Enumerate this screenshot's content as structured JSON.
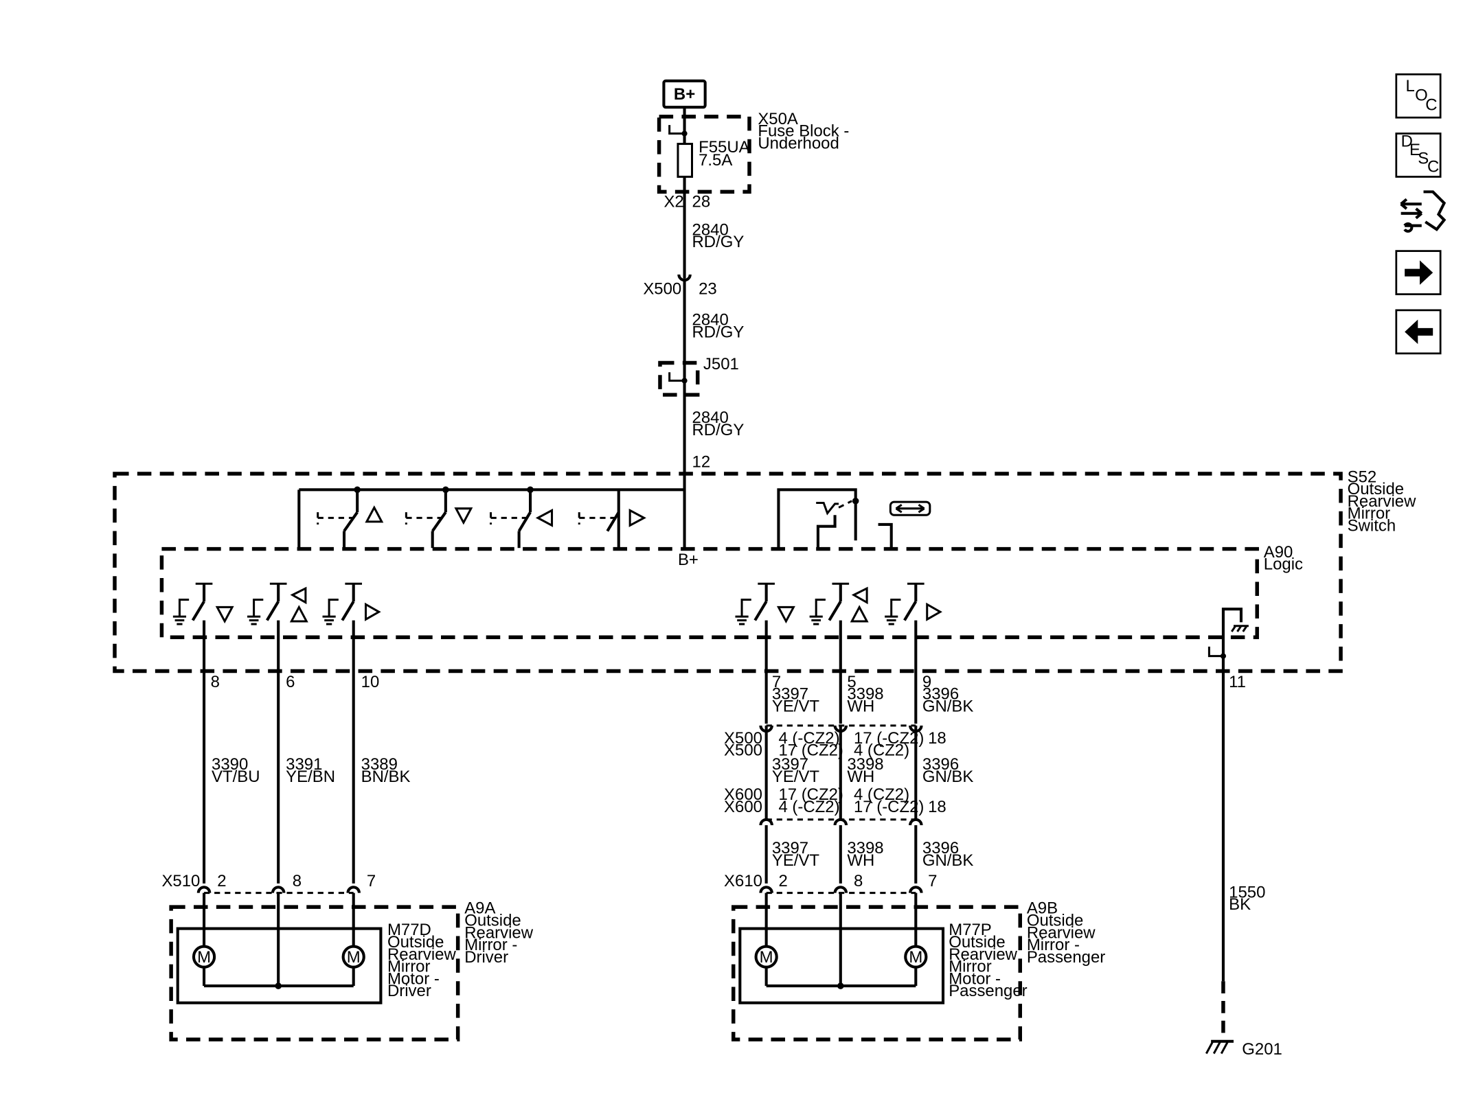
{
  "labels": {
    "bplus": "B+",
    "x50a_id": "X50A",
    "x50a_name1": "Fuse Block -",
    "x50a_name2": "Underhood",
    "fuse_id": "F55UA",
    "fuse_rating": "7.5A",
    "x2": "X2",
    "x2_pin": "28",
    "wire_2840_1_num": "2840",
    "wire_2840_1_color": "RD/GY",
    "x500_top": "X500",
    "x500_top_pin": "23",
    "wire_2840_2_num": "2840",
    "wire_2840_2_color": "RD/GY",
    "j501": "J501",
    "wire_2840_3_num": "2840",
    "wire_2840_3_color": "RD/GY",
    "pin_12": "12",
    "s52_1": "S52",
    "s52_2": "Outside",
    "s52_3": "Rearview",
    "s52_4": "Mirror",
    "s52_5": "Switch",
    "a90_bplus": "B+",
    "a90_1": "A90",
    "a90_2": "Logic",
    "pin_8": "8",
    "pin_6": "6",
    "pin_10": "10",
    "pin_7": "7",
    "pin_5": "5",
    "pin_9": "9",
    "pin_11": "11",
    "w3397a_num": "3397",
    "w3397a_color": "YE/VT",
    "w3398a_num": "3398",
    "w3398a_color": "WH",
    "w3396a_num": "3396",
    "w3396a_color": "GN/BK",
    "x500_a": "X500",
    "x500_b": "X500",
    "c_4cz2_a": "4 (-CZ2)",
    "c_17cz2_a": "17 (CZ2)",
    "c_17ncz2_a": "17 (-CZ2)",
    "c_4cz2pos_a": "4 (CZ2)",
    "pin_18_a": "18",
    "w3397b_num": "3397",
    "w3397b_color": "YE/VT",
    "w3398b_num": "3398",
    "w3398b_color": "WH",
    "w3396b_num": "3396",
    "w3396b_color": "GN/BK",
    "x600_a": "X600",
    "x600_b": "X600",
    "c_17cz2_b": "17 (CZ2)",
    "c_4ncz2_b": "4 (-CZ2)",
    "c_4cz2_b": "4 (CZ2)",
    "c_17ncz2_b": "17 (-CZ2)",
    "pin_18_b": "18",
    "w3390_num": "3390",
    "w3390_color": "VT/BU",
    "w3391_num": "3391",
    "w3391_color": "YE/BN",
    "w3389_num": "3389",
    "w3389_color": "BN/BK",
    "w3397c_num": "3397",
    "w3397c_color": "YE/VT",
    "w3398c_num": "3398",
    "w3398c_color": "WH",
    "w3396c_num": "3396",
    "w3396c_color": "GN/BK",
    "x510": "X510",
    "x510_p2": "2",
    "x510_p8": "8",
    "x510_p7": "7",
    "x610": "X610",
    "x610_p2": "2",
    "x610_p8": "8",
    "x610_p7": "7",
    "w1550_num": "1550",
    "w1550_color": "BK",
    "motor_m": "M",
    "m77d_1": "M77D",
    "m77d_2": "Outside",
    "m77d_3": "Rearview",
    "m77d_4": "Mirror",
    "m77d_5": "Motor -",
    "m77d_6": "Driver",
    "a9a_1": "A9A",
    "a9a_2": "Outside",
    "a9a_3": "Rearview",
    "a9a_4": "Mirror -",
    "a9a_5": "Driver",
    "m77p_1": "M77P",
    "m77p_2": "Outside",
    "m77p_3": "Rearview",
    "m77p_4": "Mirror",
    "m77p_5": "Motor -",
    "m77p_6": "Passenger",
    "a9b_1": "A9B",
    "a9b_2": "Outside",
    "a9b_3": "Rearview",
    "a9b_4": "Mirror -",
    "a9b_5": "Passenger",
    "g201": "G201"
  },
  "nav": {
    "loc_l": "L",
    "loc_o": "O",
    "loc_c": "C",
    "desc_d": "D",
    "desc_e": "E",
    "desc_s": "S",
    "desc_c": "C",
    "connector_icon": "connector-repair-icon",
    "next_icon": "arrow-right-icon",
    "prev_icon": "arrow-left-icon"
  }
}
